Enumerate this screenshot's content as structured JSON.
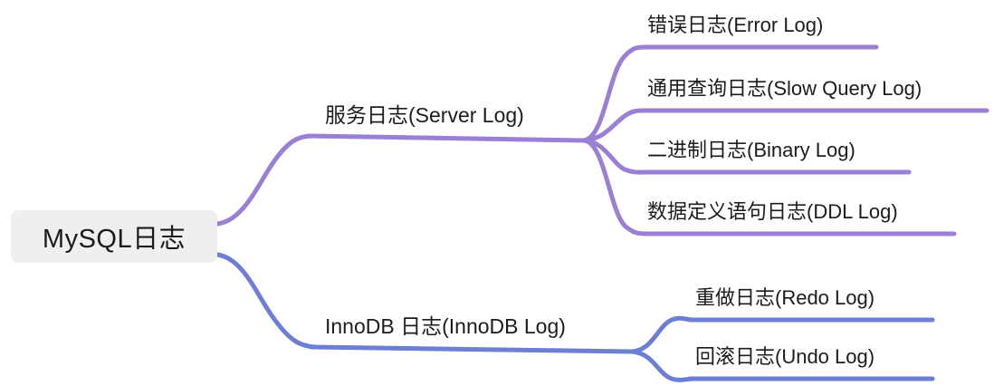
{
  "diagram": {
    "type": "mind-map",
    "title": "MySQL日志",
    "orientation": "left-to-right",
    "colors": {
      "root_fill": "#efeff0",
      "root_text": "#1c1c1c",
      "server_branch": "#9b7fd4",
      "innodb_branch": "#6c7fd4",
      "text": "#1c1c1c",
      "background": "#ffffff"
    }
  },
  "root": {
    "label": "MySQL日志"
  },
  "branches": [
    {
      "id": "server-log",
      "label": "服务日志(Server Log)",
      "color": "#9b7fd4",
      "children": [
        {
          "id": "error-log",
          "label": "错误日志(Error Log)"
        },
        {
          "id": "slow-query-log",
          "label": "通用查询日志(Slow Query Log)"
        },
        {
          "id": "binary-log",
          "label": "二进制日志(Binary Log)"
        },
        {
          "id": "ddl-log",
          "label": "数据定义语句日志(DDL Log)"
        }
      ]
    },
    {
      "id": "innodb-log",
      "label": "InnoDB 日志(InnoDB Log)",
      "color": "#6c7fd4",
      "children": [
        {
          "id": "redo-log",
          "label": "重做日志(Redo Log)"
        },
        {
          "id": "undo-log",
          "label": "回滚日志(Undo Log)"
        }
      ]
    }
  ]
}
